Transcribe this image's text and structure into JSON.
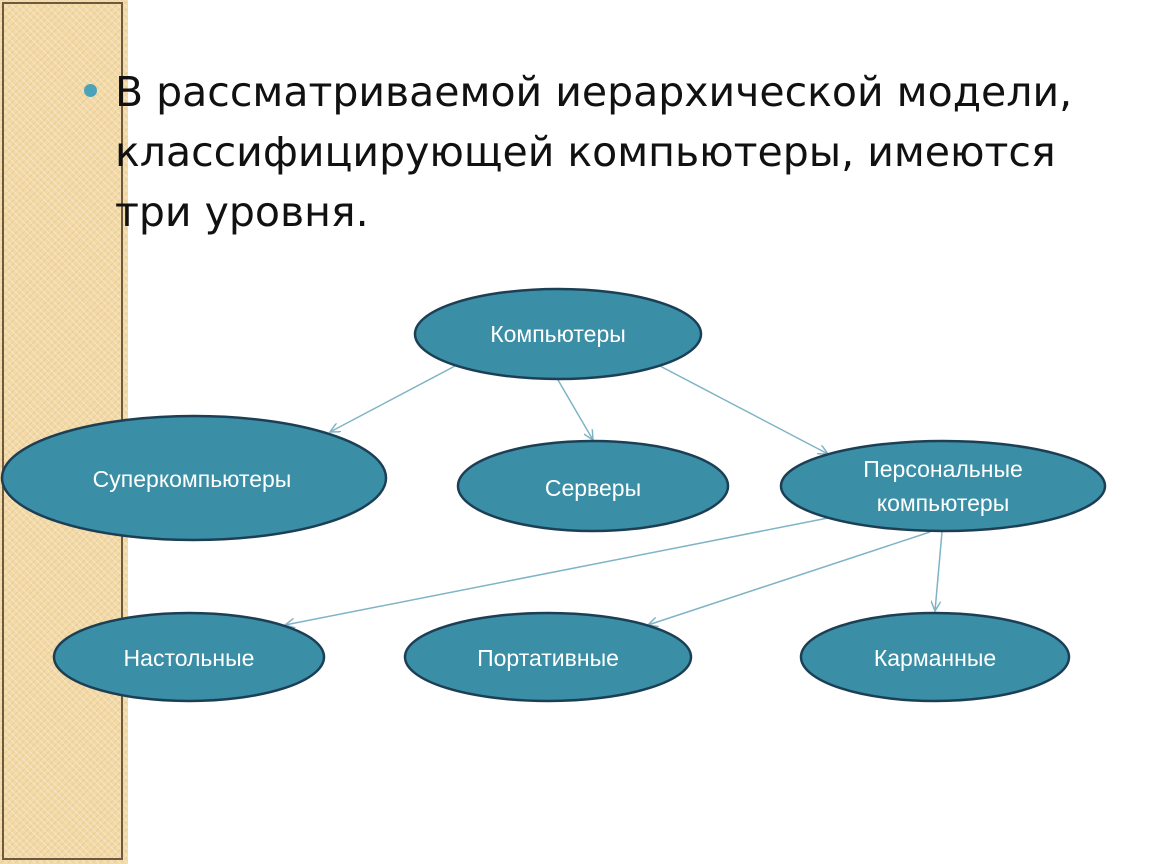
{
  "heading": "В рассматриваемой иерархической модели, классифицирующей компьютеры, имеются три уровня.",
  "colors": {
    "node_fill": "#3a8fa6",
    "node_stroke": "#1c3f55",
    "arrow": "#7fb4c6",
    "bullet": "#4aa3b8",
    "side_strip": "#f2d9a6"
  },
  "nodes": {
    "computers": {
      "label": "Компьютеры"
    },
    "supercomputers": {
      "label": "Суперкомпьютеры"
    },
    "servers": {
      "label": "Серверы"
    },
    "personal": {
      "line1": "Персональные",
      "line2": "компьютеры"
    },
    "desktop": {
      "label": "Настольные"
    },
    "portable": {
      "label": "Портативные"
    },
    "pocket": {
      "label": "Карманные"
    }
  },
  "edges": [
    {
      "from": "computers",
      "to": "supercomputers"
    },
    {
      "from": "computers",
      "to": "servers"
    },
    {
      "from": "computers",
      "to": "personal"
    },
    {
      "from": "personal",
      "to": "desktop"
    },
    {
      "from": "personal",
      "to": "portable"
    },
    {
      "from": "personal",
      "to": "pocket"
    }
  ]
}
